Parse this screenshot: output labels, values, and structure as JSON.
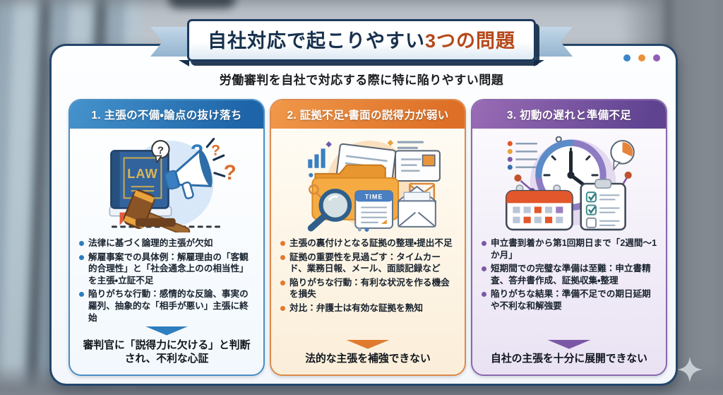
{
  "banner": {
    "title_main": "自社対応で起こりやすい",
    "title_accent": "3つの問題"
  },
  "subtitle": "労働審判を自社で対応する際に特に陥りやすい問題",
  "window_dots": [
    "#3d85c8",
    "#e8923d",
    "#8e5fb5"
  ],
  "accent_colors": {
    "column1": "#2b7cbe",
    "column2": "#e07b2e",
    "column3": "#7b58a5"
  },
  "columns": [
    {
      "header": "1. 主張の不備・論点の抜け落ち",
      "illustration": "law-book-megaphone-gavel-icon",
      "illustration_label": "LAW",
      "bullets": [
        "法律に基づく論理的主張が欠如",
        "解雇事案での具体例：解雇理由の「客観的合理性」と「社会通念上のの相当性」を主張・立証不足",
        "陥りがちな行動：感情的な反論、事実の羅列、抽象的な「相手が悪い」主張に終始"
      ],
      "conclusion": "審判官に「説得力に欠ける」と判断され、不利な心証"
    },
    {
      "header": "2. 証拠不足・書面の説得力が弱い",
      "illustration": "evidence-folder-magnifier-icon",
      "illustration_label": "TIME",
      "bullets": [
        "主張の裏付けとなる証拠の整理・提出不足",
        "証拠の重要性を見過ごす：タイムカード、業務日報、メール、面談記録など",
        "陥りがちな行動：有利な状況を作る機会を損失",
        "対比：弁護士は有効な証拠を熟知"
      ],
      "conclusion": "法的な主張を補強できない"
    },
    {
      "header": "3. 初動の遅れと準備不足",
      "illustration": "clock-calendar-checklist-icon",
      "bullets": [
        "申立書到着から第1回期日まで「2週間～1か月」",
        "短期間での完璧な準備は至難：申立書精査、答弁書作成、証拠収集・整理",
        "陥りがちな結果：準備不足での期日延期や不利な和解強要"
      ],
      "conclusion": "自社の主張を十分に展開できない"
    }
  ]
}
